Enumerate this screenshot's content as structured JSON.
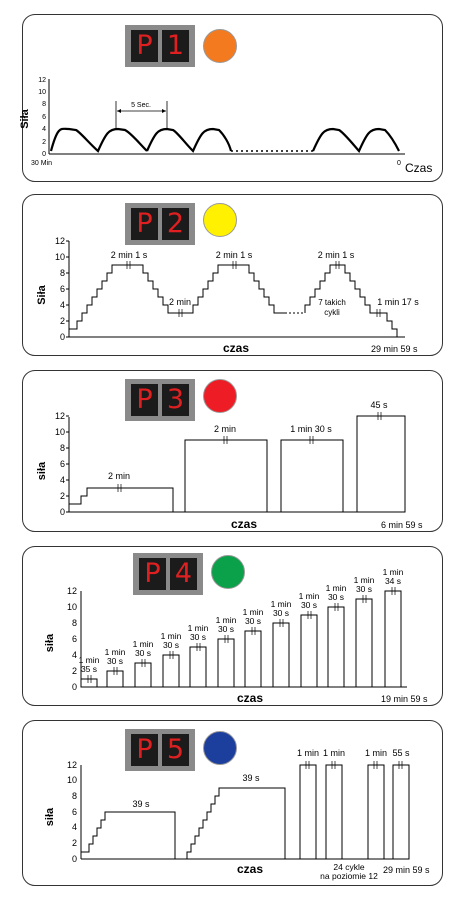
{
  "programs": [
    {
      "label": "P1",
      "color_name": "orange",
      "color": "#F47A20",
      "y_axis_label": "Siła",
      "y_ticks": [
        "0",
        "2",
        "4",
        "6",
        "8",
        "10",
        "12"
      ],
      "x_axis_label": "Czas",
      "x_start_label": "30 Min",
      "x_end_label": "0",
      "annotations": [
        "5 Sec."
      ]
    },
    {
      "label": "P2",
      "color_name": "yellow",
      "color": "#FFF100",
      "y_axis_label": "Siła",
      "y_ticks": [
        "0",
        "2",
        "4",
        "6",
        "8",
        "10",
        "12"
      ],
      "x_axis_label": "czas",
      "x_end_label": "29 min 59 s",
      "annotations": [
        "2 min 1 s",
        "2 min 1 s",
        "2 min 1 s",
        "2 min",
        "7 takich",
        "cykli",
        "1 min 17 s"
      ]
    },
    {
      "label": "P3",
      "color_name": "red",
      "color": "#EE1C24",
      "y_axis_label": "siła",
      "y_ticks": [
        "0",
        "2",
        "4",
        "6",
        "8",
        "10",
        "12"
      ],
      "x_axis_label": "czas",
      "x_end_label": "6 min 59 s",
      "annotations": [
        "2 min",
        "2 min",
        "1 min 30 s",
        "45 s"
      ]
    },
    {
      "label": "P4",
      "color_name": "green",
      "color": "#0BA04A",
      "y_axis_label": "siła",
      "y_ticks": [
        "0",
        "2",
        "4",
        "6",
        "8",
        "10",
        "12"
      ],
      "x_axis_label": "czas",
      "x_end_label": "19 min 59 s",
      "annotations": [
        "1 min",
        "35 s",
        "1 min",
        "30 s",
        "1 min",
        "30 s",
        "1 min",
        "30 s",
        "1 min",
        "30 s",
        "1 min",
        "30 s",
        "1 min",
        "30 s",
        "1 min",
        "30 s",
        "1 min",
        "30 s",
        "1 min",
        "30 s",
        "1 min",
        "30 s",
        "1 min",
        "34 s"
      ]
    },
    {
      "label": "P5",
      "color_name": "blue",
      "color": "#1C3F9E",
      "y_axis_label": "siła",
      "y_ticks": [
        "0",
        "2",
        "4",
        "6",
        "8",
        "10",
        "12"
      ],
      "x_axis_label": "czas",
      "x_end_label": "29 min 59 s",
      "annotations": [
        "39 s",
        "39 s",
        "1 min",
        "1 min",
        "1 min",
        "55 s",
        "24 cykle",
        "na poziomie 12"
      ]
    }
  ]
}
